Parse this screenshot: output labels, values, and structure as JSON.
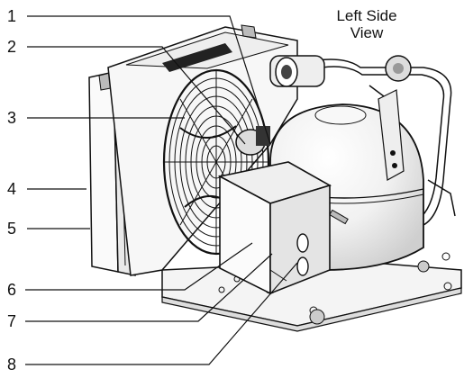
{
  "title_line1": "Left Side",
  "title_line2": "View",
  "callouts": [
    {
      "label": "1",
      "part": "callout-1"
    },
    {
      "label": "2",
      "part": "callout-2"
    },
    {
      "label": "3",
      "part": "callout-3"
    },
    {
      "label": "4",
      "part": "callout-4"
    },
    {
      "label": "5",
      "part": "callout-5"
    },
    {
      "label": "6",
      "part": "callout-6"
    },
    {
      "label": "7",
      "part": "callout-7"
    },
    {
      "label": "8",
      "part": "callout-8"
    }
  ]
}
